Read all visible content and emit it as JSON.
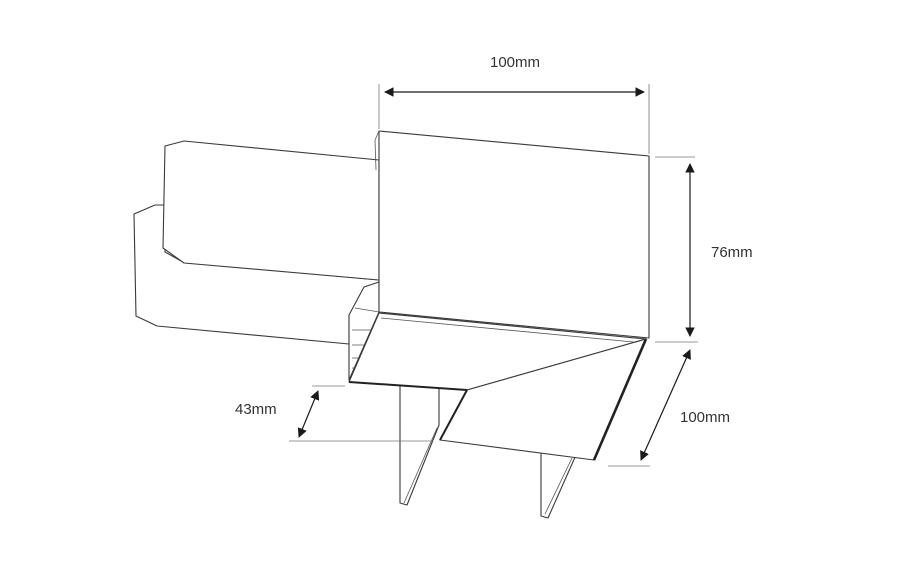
{
  "diagram": {
    "dimensions": {
      "width_top": "100mm",
      "height": "76mm",
      "depth": "100mm",
      "drop": "43mm"
    }
  }
}
